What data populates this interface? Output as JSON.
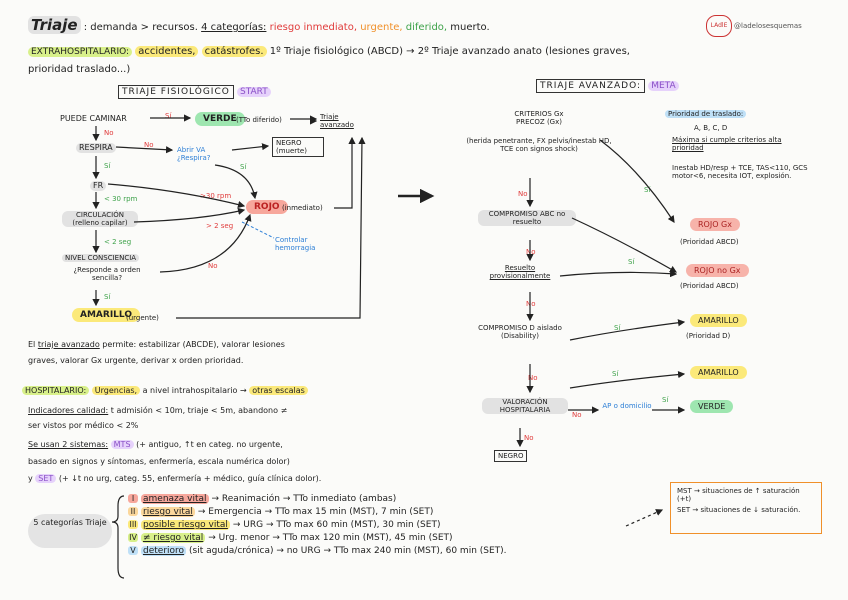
{
  "header": {
    "title": "Triaje",
    "line1": ": demanda > recursos.",
    "cats_label": "4 categorías:",
    "cat_immediate": "riesgo inmediato,",
    "cat_urgent": "urgente,",
    "cat_deferred": "diferido,",
    "cat_dead": "muerto.",
    "handle": "@ladelosesquemas",
    "logo_text": "LAdlE"
  },
  "extra": {
    "label": "EXTRAHOSPITALARIO:",
    "accidents": "accidentes,",
    "catastrophes": "catástrofes.",
    "rest": "1º Triaje fisiológico (ABCD) → 2º Triaje avanzado anato (lesiones graves,",
    "rest2": "prioridad traslado...)"
  },
  "start": {
    "title": "TRIAJE FISIOLÓGICO",
    "tag": "START",
    "puede_caminar": "PUEDE CAMINAR",
    "si": "Sí",
    "no": "No",
    "verde": "VERDE",
    "verde_note": "(TTo diferido)",
    "triaje_avanzado": "Triaje avanzado",
    "respira": "RESPIRA",
    "abrir_va": "Abrir VA ¿Respira?",
    "negro": "NEGRO (muerte)",
    "fr": "FR",
    "fr_cond": "< 30 rpm",
    "gt30": ">30 rpm",
    "circulacion": "CIRCULACIÓN (relleno capilar)",
    "lt2seg": "< 2 seg",
    "gt2seg": "> 2 seg",
    "rojo": "ROJO",
    "rojo_note": "(inmediato)",
    "controlar": "Controlar hemorragia",
    "nivel": "NIVEL CONSCIENCIA",
    "nivel_q": "¿Responde a orden sencilla?",
    "amarillo": "AMARILLO",
    "amarillo_note": "(urgente)"
  },
  "meta": {
    "title": "TRIAJE AVANZADO:",
    "tag": "META",
    "criterios": "CRITERIOS Gx PRECOZ (Gx)",
    "criterios_note": "(herida penetrante, FX pelvis/inestab HD, TCE con signos shock)",
    "prioridad_title": "Prioridad de traslado:",
    "prioridad_abcd": "A, B, C, D",
    "prioridad_text": "Máxima si cumple criterios alta prioridad",
    "prioridad_list": "Inestab HD/resp + TCE, TAS<110, GCS motor<6, necesita IOT, explosión.",
    "rojo_gx": "ROJO Gx",
    "rojo_gx_note": "(Prioridad ABCD)",
    "compromiso_abc": "COMPROMISO ABC no resuelto",
    "resuelto": "Resuelto provisionalmente",
    "rojo_no_gx": "ROJO no Gx",
    "rojo_no_gx_note": "(Prioridad ABCD)",
    "compromiso_d": "COMPROMISO D aislado (Disability)",
    "amarillo": "AMARILLO",
    "amarillo_note": "(Prioridad D)",
    "valoracion": "VALORACIÓN HOSPITALARIA",
    "amarillo2": "AMARILLO",
    "ap": "AP o domicilio",
    "verde": "VERDE",
    "negro": "NEGRO",
    "si": "Sí",
    "no": "No"
  },
  "advanced_note": {
    "line1a": "El",
    "line1b": "triaje avanzado",
    "line1c": "permite: estabilizar (ABCDE), valorar lesiones",
    "line2": "graves, valorar Gx urgente, derivar x orden prioridad."
  },
  "hospital": {
    "label": "HOSPITALARIO:",
    "urgencias": "Urgencias,",
    "nivel": "a nivel intrahospitalario →",
    "otras": "otras escalas",
    "indicadores": "Indicadores calidad:",
    "ind_text": "t admisión < 10m, triaje < 5m, abandono ≠",
    "ind_text2": "ser vistos por médico < 2%",
    "sistemas": "Se usan 2 sistemas:",
    "mts": "MTS",
    "mts_text": "(+ antiguo, ↑t en categ. no urgente,",
    "mts_text2": "basado en signos y síntomas, enfermería, escala numérica dolor)",
    "set_pre": "y",
    "set": "SET",
    "set_text": "(+ ↓t no urg, categ. 55, enfermería + médico, guía clínica dolor)."
  },
  "categories": {
    "label": "5 categorías Triaje",
    "items": [
      {
        "num": "I",
        "name": "amenaza vital",
        "text": "→ Reanimación → TTo inmediato (ambas)"
      },
      {
        "num": "II",
        "name": "riesgo vital",
        "text": "→ Emergencia → TTo max 15 min (MST), 7 min (SET)"
      },
      {
        "num": "III",
        "name": "posible riesgo vital",
        "text": "→ URG → TTo max 60 min (MST), 30 min (SET)"
      },
      {
        "num": "IV",
        "name": "≠ riesgo vital",
        "text": "→ Urg. menor → TTo max 120 min (MST), 45 min (SET)"
      },
      {
        "num": "V",
        "name": "deterioro",
        "text": "(sit aguda/crónica) → no URG → TTo max 240 min (MST), 60 min (SET)."
      }
    ]
  },
  "note_box": {
    "line1": "MST → situaciones de ↑ saturación (+t)",
    "line2": "SET → situaciones de ↓ saturación."
  },
  "colors": {
    "red": "#e03b3b",
    "orange": "#f0902a",
    "green": "#3ea24a",
    "blue": "#2d7fd6",
    "purple": "#8a4fc7"
  }
}
